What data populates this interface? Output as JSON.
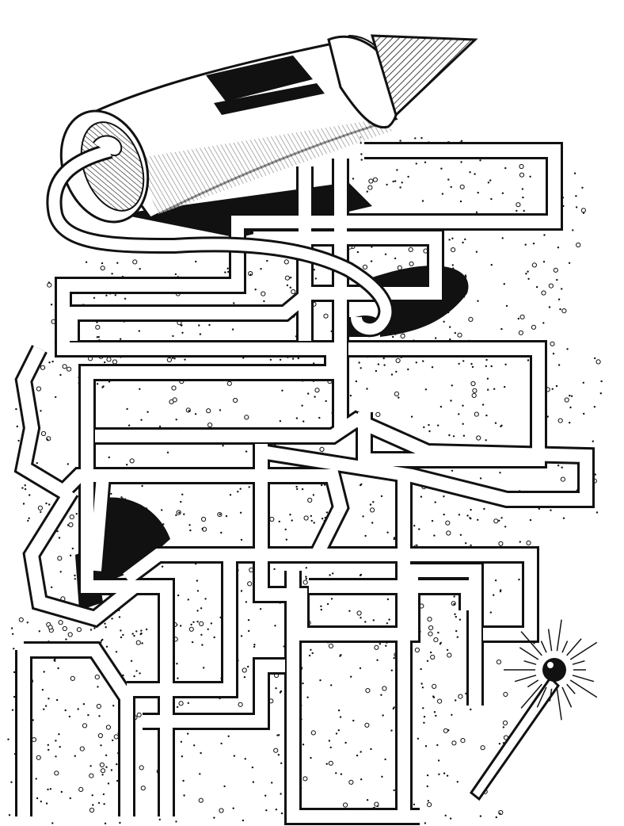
{
  "puzzle": {
    "type": "maze",
    "style": "black-and-white line art",
    "start_object": "lit-match",
    "goal_object": "firework-rocket-fuse",
    "colors": {
      "ink": "#111111",
      "paper": "#ffffff"
    },
    "icons": [
      "firework-rocket-icon",
      "fuse-icon",
      "match-icon",
      "flame-icon"
    ]
  }
}
